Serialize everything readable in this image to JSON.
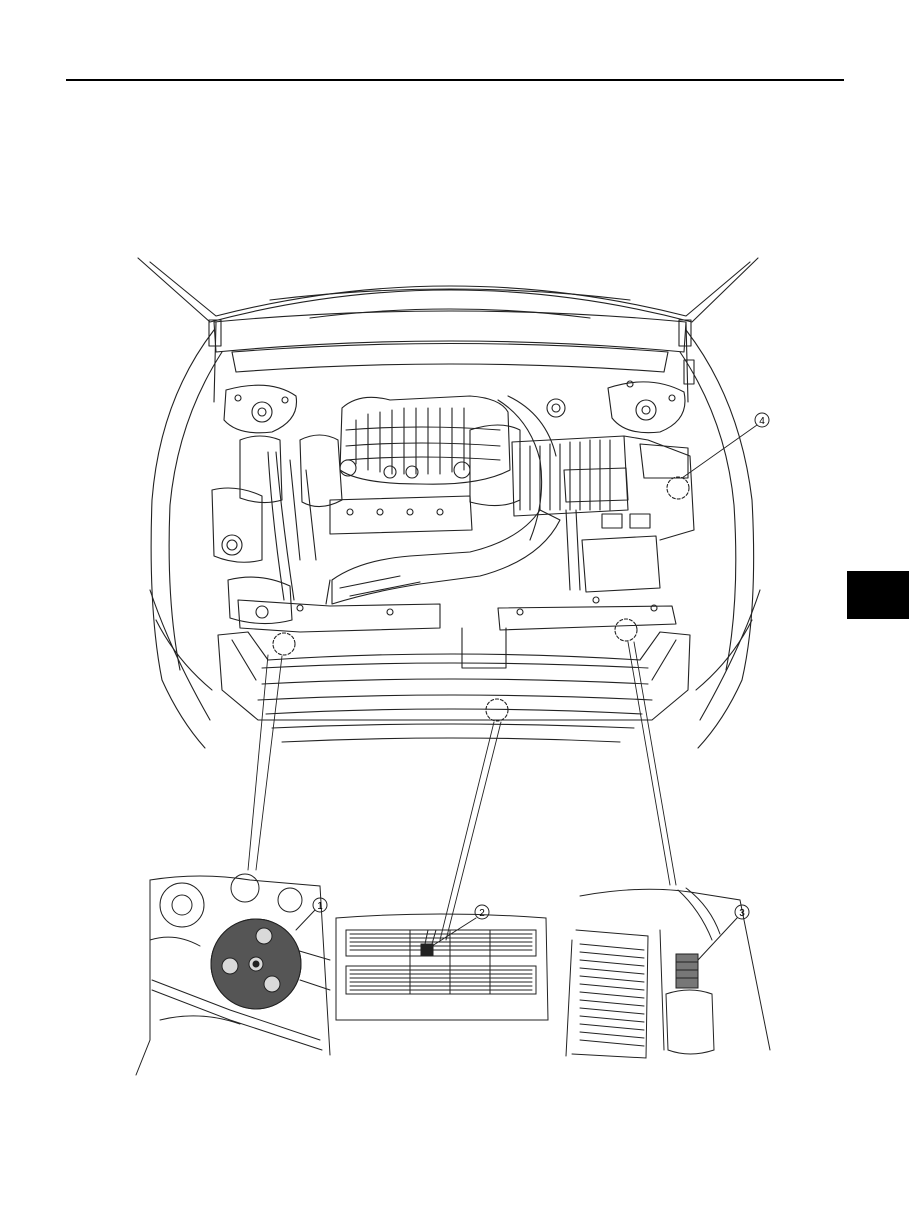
{
  "callouts": [
    {
      "number": "1"
    },
    {
      "number": "2"
    },
    {
      "number": "3"
    },
    {
      "number": "4"
    }
  ],
  "colors": {
    "line": "#222222",
    "tab": "#000000",
    "compressor_fill": "#555555",
    "background": "#ffffff"
  }
}
